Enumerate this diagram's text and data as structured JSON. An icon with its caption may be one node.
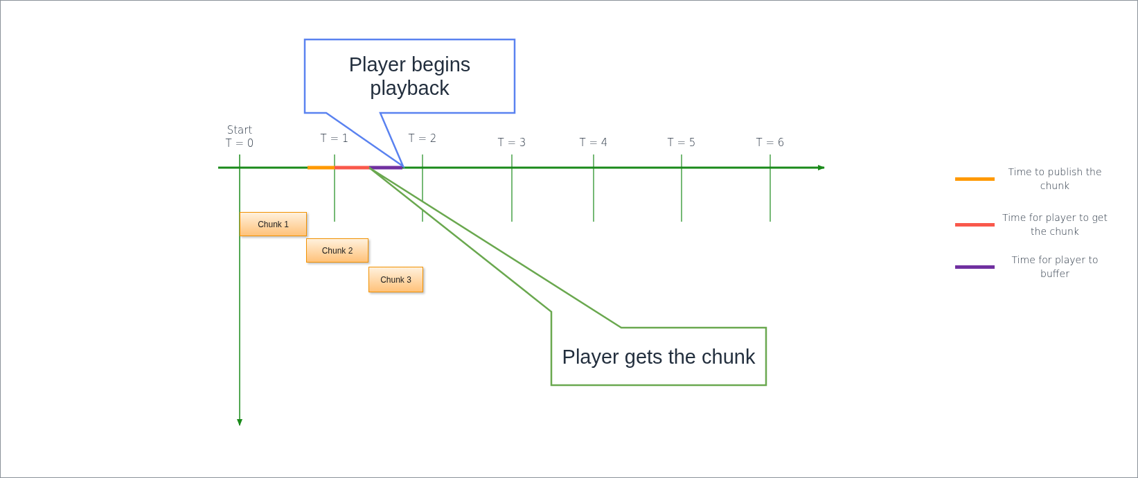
{
  "diagram": {
    "nodes": [
      {
        "text": [
          "Player begins playback"
        ]
      },
      {
        "text": [
          "Chunk 1"
        ]
      },
      {
        "text": [
          "Chunk 2"
        ]
      },
      {
        "text": [
          "Chunk 3"
        ]
      },
      {
        "text": [
          "Player gets the chunk"
        ]
      }
    ],
    "labels": [
      "Start",
      "T = 0",
      "T = 1",
      "T = 2",
      "T = 3",
      "T = 4",
      "T = 5",
      "T = 6"
    ],
    "legend": [
      {
        "text": "Time to publish the chunk",
        "color": "#ff9900"
      },
      {
        "text": "Time for player to get the chunk",
        "color": "#f9584b"
      },
      {
        "text": "Time for player to buffer",
        "color": "#7030a0"
      }
    ]
  }
}
